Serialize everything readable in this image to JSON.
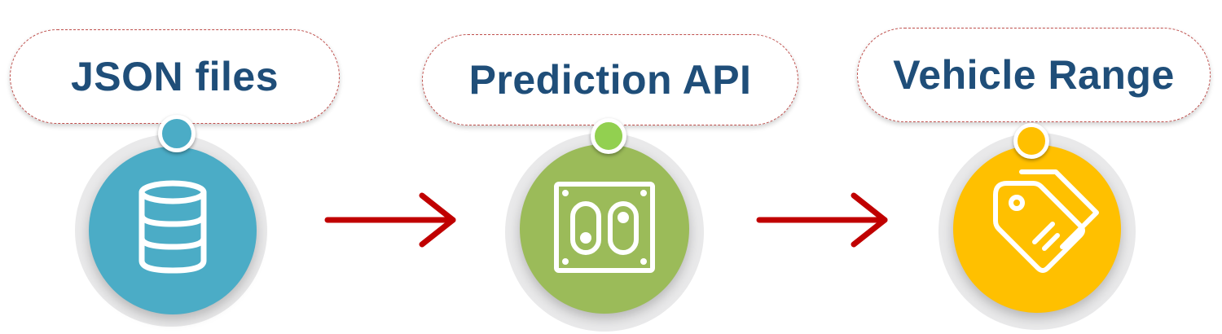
{
  "steps": [
    {
      "label": "JSON files",
      "color": "#4bacc6",
      "icon": "database-icon"
    },
    {
      "label": "Prediction API",
      "color": "#9bbb59",
      "icon": "switch-panel-icon"
    },
    {
      "label": "Vehicle Range",
      "color": "#ffc000",
      "icon": "price-tags-icon"
    }
  ],
  "arrow_color": "#c00000",
  "connector_border_color": "#c0504d",
  "label_color": "#1f4e79"
}
